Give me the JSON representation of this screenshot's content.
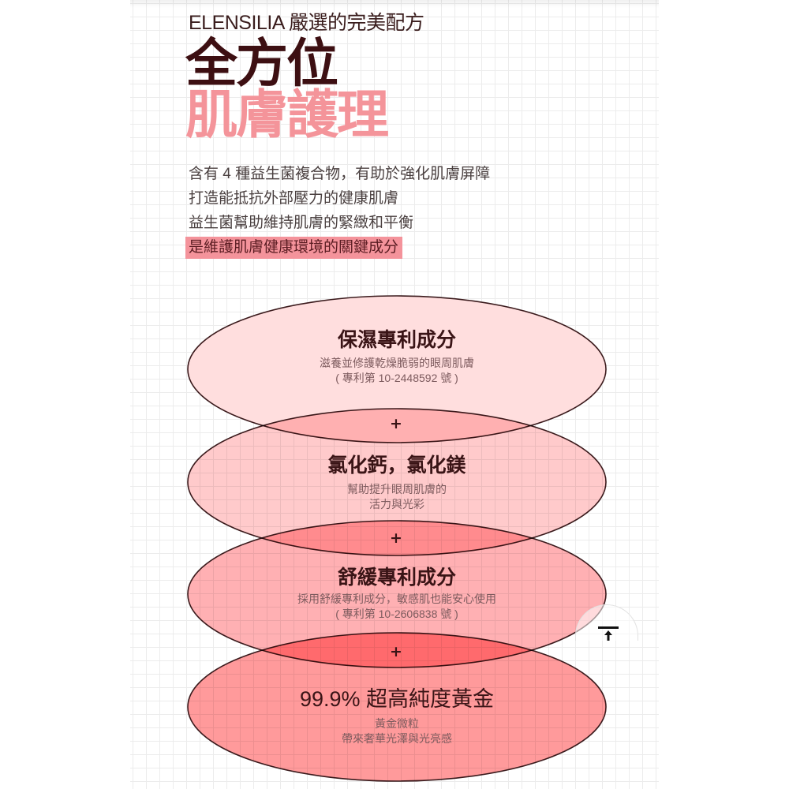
{
  "header": {
    "brand_line": "ELENSILIA 嚴選的完美配方",
    "headline_1": "全方位",
    "headline_2": "肌膚護理"
  },
  "description": {
    "lines": [
      "含有 4 種益生菌複合物，有助於強化肌膚屏障",
      "打造能抵抗外部壓力的健康肌膚",
      "益生菌幫助維持肌膚的緊緻和平衡"
    ],
    "highlight": "是維護肌膚健康環境的關鍵成分"
  },
  "ingredients": [
    {
      "title": "保濕專利成分",
      "sub_lines": [
        "滋養並修護乾燥脆弱的眼周肌膚",
        "( 專利第 10-2448592 號 )"
      ],
      "fill": "#FFDEDE"
    },
    {
      "title": "氯化鈣，氯化鎂",
      "sub_lines": [
        "幫助提升眼周肌膚的",
        "活力與光彩"
      ],
      "fill": "#FFC5C7"
    },
    {
      "title": "舒緩專利成分",
      "sub_lines": [
        "採用舒緩專利成分，敏感肌也能安心使用",
        "( 專利第 10-2606838 號 )"
      ],
      "fill": "#FFA9AC"
    },
    {
      "title": "99.9% 超高純度黃金",
      "sub_lines": [
        "黃金微粒",
        "帶來奢華光澤與光亮感"
      ],
      "fill": "#FF9193"
    }
  ],
  "connectors": [
    "+",
    "+",
    "+"
  ],
  "scroll_top": {
    "icon": "scroll-to-top-icon"
  },
  "colors": {
    "headline_dark": "#3D0F12",
    "headline_pink": "#F4949A",
    "highlight_bg": "#F4939B",
    "ellipse_stroke": "#3A1A1C",
    "grid_line": "#ECECEC"
  }
}
